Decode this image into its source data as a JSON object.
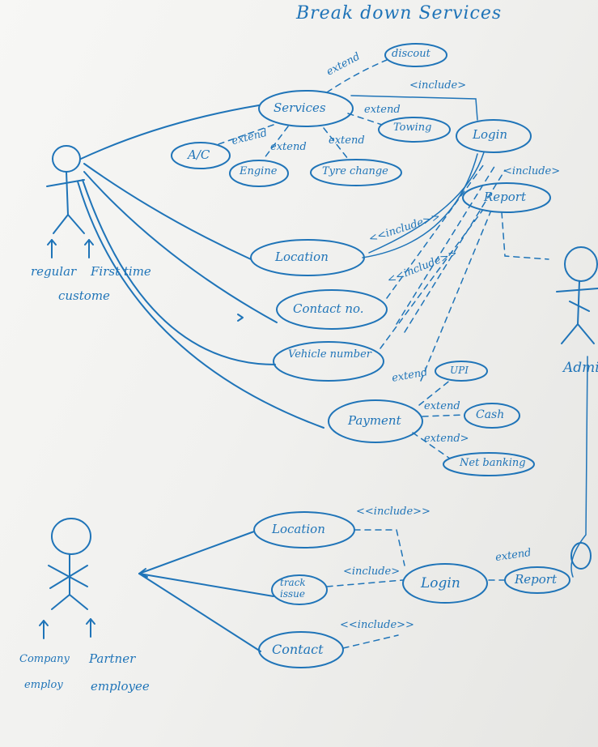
{
  "title": "Break down Services",
  "customer_section": {
    "actor_labels": [
      "regular",
      "First time",
      "custome"
    ],
    "use_cases": {
      "services": "Services",
      "ac": "A/C",
      "engine": "Engine",
      "towing": "Towing",
      "discount": "discout",
      "tyre_change": "Tyre change",
      "login": "Login",
      "report": "Report",
      "location": "Location",
      "contact": "Contact no.",
      "vehicle": "Vehicle number",
      "payment": "Payment",
      "upi": "UPI",
      "cash": "Cash",
      "netbanking": "Net banking"
    },
    "relations": {
      "extend_discount": "extend",
      "include_login": "<include>",
      "extend_towing": "extend",
      "extend_ac": "extend",
      "extend_engine": "extend",
      "extend_tyre": "extend",
      "include_report": "<include>",
      "include_location": "<<include>>",
      "include_contact": "<<include>>",
      "extend_upi": "extend",
      "extend_cash": "extend",
      "extend_netbanking": "extend>"
    }
  },
  "admin_label": "Admin",
  "employee_section": {
    "actor_labels": [
      "Company",
      "employ",
      "Partner",
      "employee"
    ],
    "use_cases": {
      "location": "Location",
      "track_issue": "track issue",
      "login": "Login",
      "report": "Report",
      "contact": "Contact"
    },
    "relations": {
      "include_location": "<<include>>",
      "include_track": "<include>",
      "extend_report": "extend",
      "include_contact": "<<include>>"
    }
  }
}
